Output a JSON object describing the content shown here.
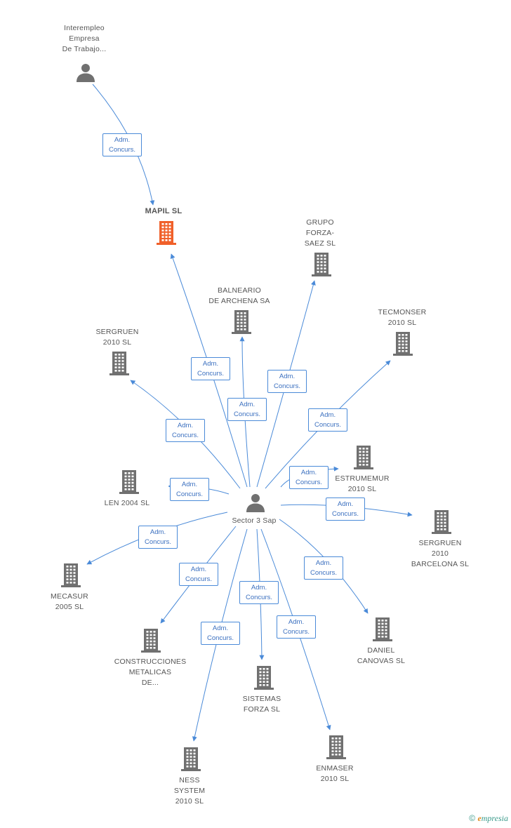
{
  "brand": {
    "copyright_symbol": "©",
    "initial": "e",
    "rest": "mpresia"
  },
  "colors": {
    "edge": "#4a8ad8",
    "node": "#707070",
    "highlight": "#f0602a"
  },
  "center": {
    "id": "sector3",
    "label": "Sector 3 Sap",
    "kind": "person"
  },
  "nodes": [
    {
      "id": "interempleo",
      "label": "Interempleo\nEmpresa\nDe Trabajo...",
      "kind": "person"
    },
    {
      "id": "mapil",
      "label": "MAPIL SL",
      "kind": "company",
      "highlight": true
    },
    {
      "id": "grupo_forza",
      "label": "GRUPO\nFORZA-\nSAEZ SL",
      "kind": "company"
    },
    {
      "id": "balneario",
      "label": "BALNEARIO\nDE ARCHENA SA",
      "kind": "company"
    },
    {
      "id": "tecmonser",
      "label": "TECMONSER\n2010 SL",
      "kind": "company"
    },
    {
      "id": "sergruen",
      "label": "SERGRUEN\n2010 SL",
      "kind": "company"
    },
    {
      "id": "estrumemur",
      "label": "ESTRUMEMUR\n2010 SL",
      "kind": "company"
    },
    {
      "id": "len2004",
      "label": "LEN 2004 SL",
      "kind": "company"
    },
    {
      "id": "sergruen_bcn",
      "label": "SERGRUEN\n2010\nBARCELONA SL",
      "kind": "company"
    },
    {
      "id": "mecasur",
      "label": "MECASUR\n2005 SL",
      "kind": "company"
    },
    {
      "id": "daniel",
      "label": "DANIEL\nCANOVAS SL",
      "kind": "company"
    },
    {
      "id": "construcciones",
      "label": "CONSTRUCCIONES\nMETALICAS\nDE...",
      "kind": "company"
    },
    {
      "id": "sistemas",
      "label": "SISTEMAS\nFORZA SL",
      "kind": "company"
    },
    {
      "id": "enmaser",
      "label": "ENMASER\n2010 SL",
      "kind": "company"
    },
    {
      "id": "ness",
      "label": "NESS\nSYSTEM\n2010 SL",
      "kind": "company"
    }
  ],
  "edges": [
    {
      "from": "interempleo",
      "to": "mapil",
      "label": "Adm.\nConcurs."
    },
    {
      "from": "sector3",
      "to": "mapil",
      "label": "Adm.\nConcurs."
    },
    {
      "from": "sector3",
      "to": "balneario",
      "label": "Adm.\nConcurs."
    },
    {
      "from": "sector3",
      "to": "grupo_forza",
      "label": "Adm.\nConcurs."
    },
    {
      "from": "sector3",
      "to": "sergruen",
      "label": "Adm.\nConcurs."
    },
    {
      "from": "sector3",
      "to": "tecmonser",
      "label": "Adm.\nConcurs."
    },
    {
      "from": "sector3",
      "to": "estrumemur",
      "label": "Adm.\nConcurs."
    },
    {
      "from": "sector3",
      "to": "len2004",
      "label": "Adm.\nConcurs."
    },
    {
      "from": "sector3",
      "to": "sergruen_bcn",
      "label": "Adm.\nConcurs."
    },
    {
      "from": "sector3",
      "to": "mecasur",
      "label": "Adm.\nConcurs."
    },
    {
      "from": "sector3",
      "to": "daniel",
      "label": "Adm.\nConcurs."
    },
    {
      "from": "sector3",
      "to": "construcciones",
      "label": "Adm.\nConcurs."
    },
    {
      "from": "sector3",
      "to": "sistemas",
      "label": "Adm.\nConcurs."
    },
    {
      "from": "sector3",
      "to": "enmaser",
      "label": "Adm.\nConcurs."
    },
    {
      "from": "sector3",
      "to": "ness",
      "label": "Adm.\nConcurs."
    }
  ]
}
